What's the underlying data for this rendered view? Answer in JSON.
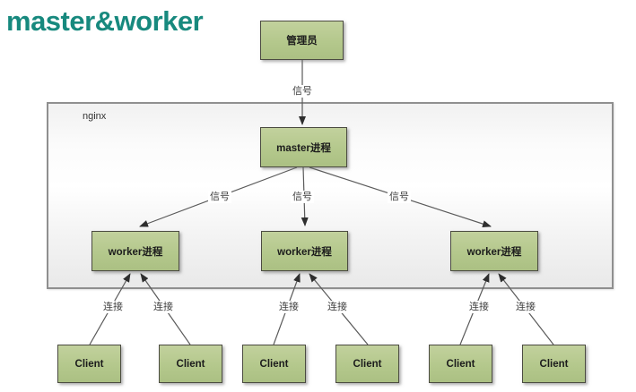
{
  "title": "master&worker",
  "container": {
    "label": "nginx"
  },
  "nodes": {
    "admin": {
      "label": "管理员"
    },
    "master": {
      "label": "master进程"
    },
    "workers": [
      {
        "label": "worker进程"
      },
      {
        "label": "worker进程"
      },
      {
        "label": "worker进程"
      }
    ],
    "clients": [
      {
        "label": "Client"
      },
      {
        "label": "Client"
      },
      {
        "label": "Client"
      },
      {
        "label": "Client"
      },
      {
        "label": "Client"
      },
      {
        "label": "Client"
      }
    ]
  },
  "edges": {
    "signals": [
      "信号",
      "信号",
      "信号",
      "信号"
    ],
    "connections": [
      "连接",
      "连接",
      "连接",
      "连接",
      "连接",
      "连接"
    ]
  },
  "colors": {
    "title_text": "#17897e",
    "node_fill": "#b6c98e",
    "node_border": "#4b4b41",
    "container_border": "#8f8f8f",
    "line": "#5a5a5a"
  }
}
